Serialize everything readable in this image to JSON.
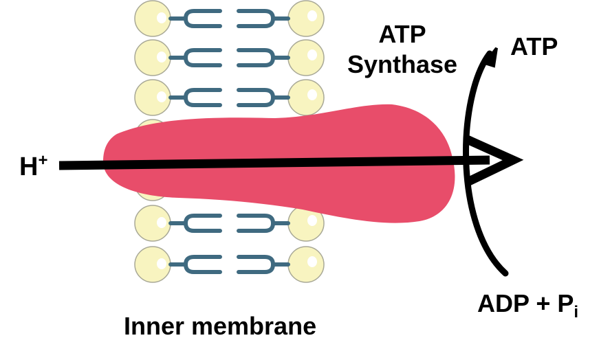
{
  "diagram": {
    "enzyme_label_line1": "ATP",
    "enzyme_label_line2": "Synthase",
    "product_label": "ATP",
    "proton_symbol": "H",
    "proton_charge": "+",
    "reactant_label": "ADP + P",
    "reactant_subscript": "i",
    "membrane_label": "Inner membrane",
    "colors": {
      "phospholipid_head": "#f8f4c0",
      "phospholipid_head_outline": "#a8a896",
      "lipid_tail": "#3f6a80",
      "synthase": "#e84d6a",
      "arrow": "#000000"
    }
  }
}
